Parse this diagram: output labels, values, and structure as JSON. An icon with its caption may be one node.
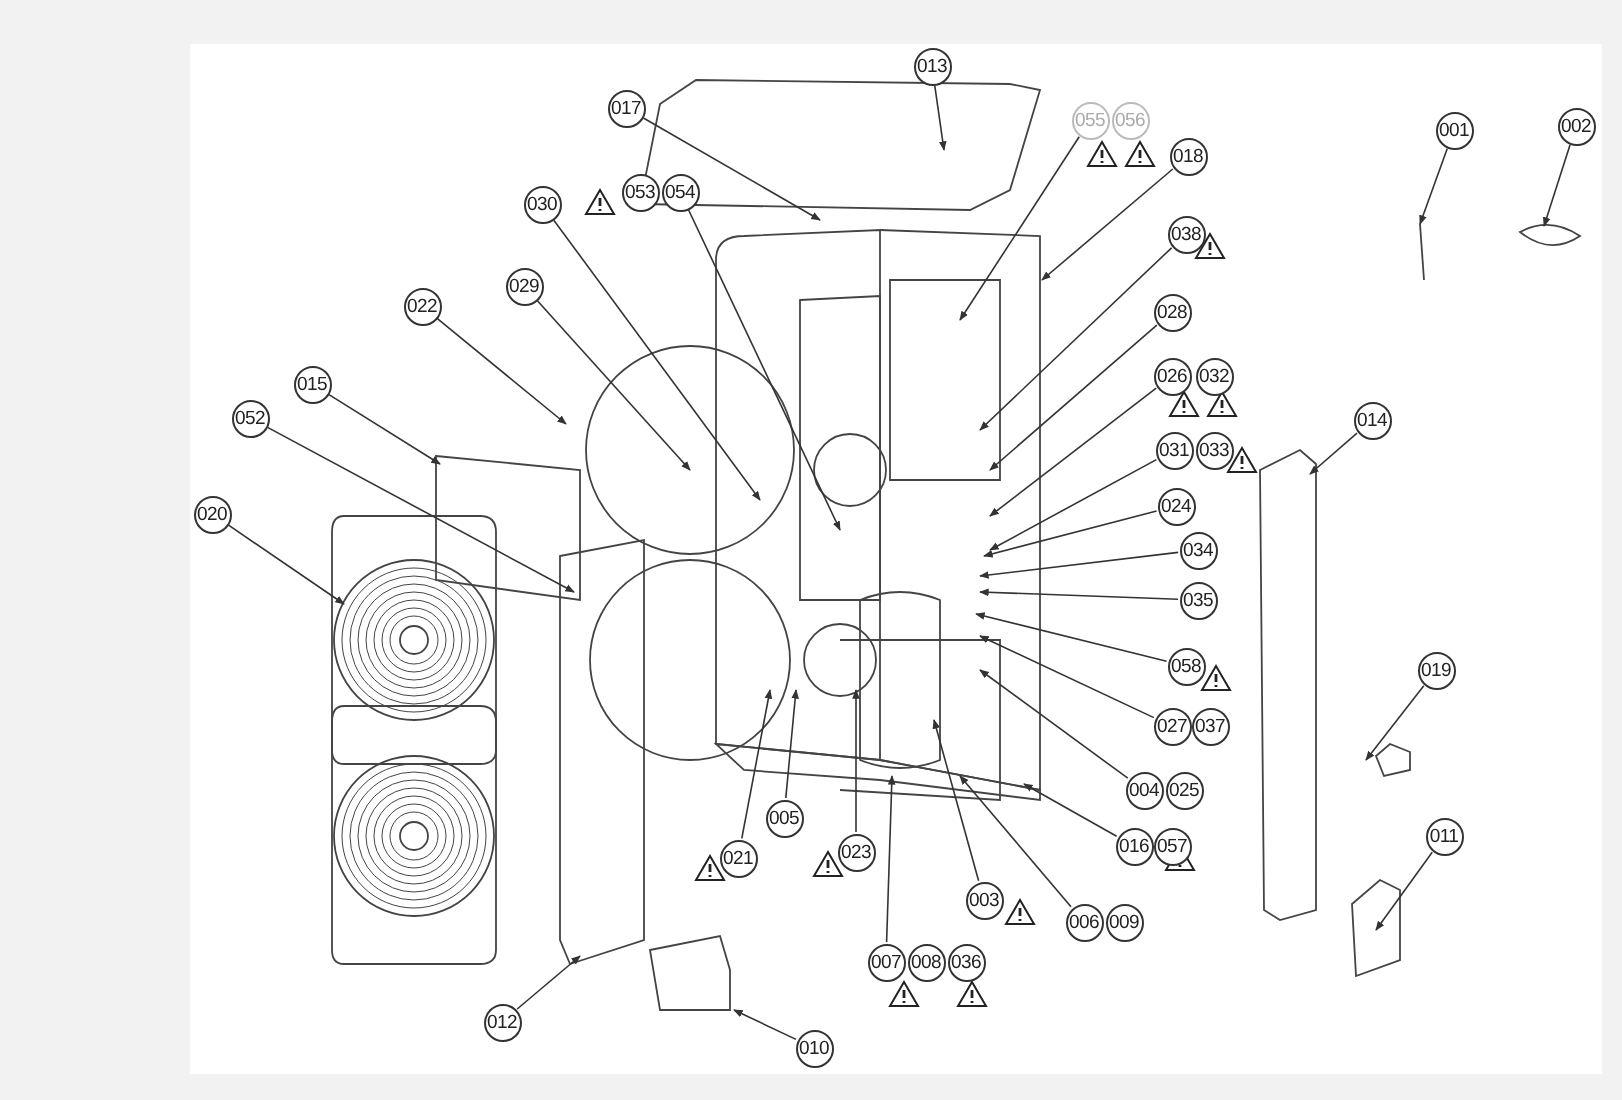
{
  "diagram": {
    "nodes": [
      {
        "text": [
          "013"
        ]
      },
      {
        "text": [
          "017"
        ]
      },
      {
        "text": [
          "055"
        ]
      },
      {
        "text": [
          "056"
        ]
      },
      {
        "text": [
          "001"
        ]
      },
      {
        "text": [
          "002"
        ]
      },
      {
        "text": [
          "018"
        ]
      },
      {
        "text": [
          "053"
        ]
      },
      {
        "text": [
          "054"
        ]
      },
      {
        "text": [
          "030"
        ]
      },
      {
        "text": [
          "038"
        ]
      },
      {
        "text": [
          "029"
        ]
      },
      {
        "text": [
          "022"
        ]
      },
      {
        "text": [
          "028"
        ]
      },
      {
        "text": [
          "026"
        ]
      },
      {
        "text": [
          "032"
        ]
      },
      {
        "text": [
          "015"
        ]
      },
      {
        "text": [
          "052"
        ]
      },
      {
        "text": [
          "014"
        ]
      },
      {
        "text": [
          "031"
        ]
      },
      {
        "text": [
          "033"
        ]
      },
      {
        "text": [
          "024"
        ]
      },
      {
        "text": [
          "020"
        ]
      },
      {
        "text": [
          "034"
        ]
      },
      {
        "text": [
          "035"
        ]
      },
      {
        "text": [
          "058"
        ]
      },
      {
        "text": [
          "019"
        ]
      },
      {
        "text": [
          "027"
        ]
      },
      {
        "text": [
          "037"
        ]
      },
      {
        "text": [
          "004"
        ]
      },
      {
        "text": [
          "025"
        ]
      },
      {
        "text": [
          "005"
        ]
      },
      {
        "text": [
          "011"
        ]
      },
      {
        "text": [
          "016"
        ]
      },
      {
        "text": [
          "057"
        ]
      },
      {
        "text": [
          "023"
        ]
      },
      {
        "text": [
          "021"
        ]
      },
      {
        "text": [
          "003"
        ]
      },
      {
        "text": [
          "006"
        ]
      },
      {
        "text": [
          "009"
        ]
      },
      {
        "text": [
          "007"
        ]
      },
      {
        "text": [
          "008"
        ]
      },
      {
        "text": [
          "036"
        ]
      },
      {
        "text": [
          "012"
        ]
      },
      {
        "text": [
          "010"
        ]
      }
    ],
    "edges": [
      {
        "from": 0,
        "to": null,
        "arrow": "to"
      },
      {
        "from": 1,
        "to": null,
        "arrow": "to"
      },
      {
        "from": 2,
        "to": null,
        "arrow": "to"
      },
      {
        "from": 4,
        "to": null,
        "arrow": "to"
      },
      {
        "from": 5,
        "to": null,
        "arrow": "to"
      },
      {
        "from": 6,
        "to": null,
        "arrow": "to"
      },
      {
        "from": 8,
        "to": null,
        "arrow": "to"
      },
      {
        "from": 9,
        "to": null,
        "arrow": "to"
      },
      {
        "from": 10,
        "to": null,
        "arrow": "to"
      },
      {
        "from": 11,
        "to": null,
        "arrow": "to"
      },
      {
        "from": 12,
        "to": null,
        "arrow": "to"
      },
      {
        "from": 13,
        "to": null,
        "arrow": "to"
      },
      {
        "from": 14,
        "to": null,
        "arrow": "to"
      },
      {
        "from": 16,
        "to": null,
        "arrow": "to"
      },
      {
        "from": 17,
        "to": null,
        "arrow": "to"
      },
      {
        "from": 18,
        "to": null,
        "arrow": "to"
      },
      {
        "from": 19,
        "to": null,
        "arrow": "to"
      },
      {
        "from": 21,
        "to": null,
        "arrow": "to"
      },
      {
        "from": 22,
        "to": null,
        "arrow": "to"
      },
      {
        "from": 23,
        "to": null,
        "arrow": "to"
      },
      {
        "from": 24,
        "to": null,
        "arrow": "to"
      },
      {
        "from": 25,
        "to": null,
        "arrow": "to"
      },
      {
        "from": 26,
        "to": null,
        "arrow": "to"
      },
      {
        "from": 27,
        "to": null,
        "arrow": "to"
      },
      {
        "from": 29,
        "to": null,
        "arrow": "to"
      },
      {
        "from": 31,
        "to": null,
        "arrow": "to"
      },
      {
        "from": 32,
        "to": null,
        "arrow": "to"
      },
      {
        "from": 33,
        "to": null,
        "arrow": "to"
      },
      {
        "from": 35,
        "to": null,
        "arrow": "to"
      },
      {
        "from": 36,
        "to": null,
        "arrow": "to"
      },
      {
        "from": 37,
        "to": null,
        "arrow": "to"
      },
      {
        "from": 38,
        "to": null,
        "arrow": "to"
      },
      {
        "from": 40,
        "to": null,
        "arrow": "to"
      },
      {
        "from": 43,
        "to": null,
        "arrow": "to"
      },
      {
        "from": 44,
        "to": null,
        "arrow": "to"
      }
    ]
  }
}
